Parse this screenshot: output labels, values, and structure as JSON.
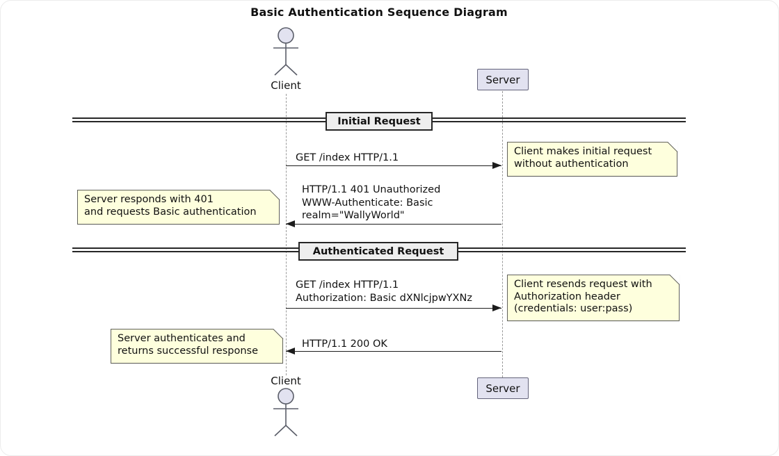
{
  "title": "Basic Authentication Sequence Diagram",
  "participants": {
    "client": {
      "label": "Client",
      "type": "actor"
    },
    "server": {
      "label": "Server",
      "type": "participant"
    }
  },
  "dividers": [
    {
      "label": "Initial Request"
    },
    {
      "label": "Authenticated Request"
    }
  ],
  "messages": [
    {
      "from": "Client",
      "to": "Server",
      "direction": "right",
      "lines": [
        "GET /index HTTP/1.1"
      ]
    },
    {
      "from": "Server",
      "to": "Client",
      "direction": "left",
      "lines": [
        "HTTP/1.1 401 Unauthorized",
        "WWW-Authenticate: Basic",
        "realm=\"WallyWorld\""
      ]
    },
    {
      "from": "Client",
      "to": "Server",
      "direction": "right",
      "lines": [
        "GET /index HTTP/1.1",
        "Authorization: Basic dXNlcjpwYXNz"
      ]
    },
    {
      "from": "Server",
      "to": "Client",
      "direction": "left",
      "lines": [
        "HTTP/1.1 200 OK"
      ]
    }
  ],
  "notes": [
    {
      "side": "right",
      "lines": [
        "Client makes initial request",
        "without authentication"
      ]
    },
    {
      "side": "left",
      "lines": [
        "Server responds with 401",
        "and requests Basic authentication"
      ]
    },
    {
      "side": "right",
      "lines": [
        "Client resends request with",
        "Authorization header",
        "(credentials: user:pass)"
      ]
    },
    {
      "side": "left",
      "lines": [
        "Server authenticates and",
        "returns successful response"
      ]
    }
  ],
  "colors": {
    "participant_fill": "#E2E2F0",
    "participant_border": "#63637a",
    "note_fill": "#FEFFDD",
    "note_border": "#61615c",
    "divider_fill": "#EEEEEE",
    "divider_border": "#262626",
    "line_color": "#1c1c1c",
    "lifeline_color": "#9a9a9a",
    "text_color": "#111111"
  }
}
